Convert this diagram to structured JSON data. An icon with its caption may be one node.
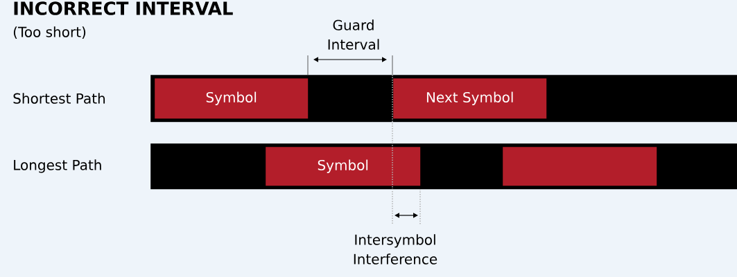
{
  "diagram": {
    "title": "INCORRECT INTERVAL",
    "nodes": [
      {
        "text": [],
        "shape": "bar",
        "beside": [
          "Shortest Path"
        ]
      },
      {
        "text": [
          "Symbol"
        ],
        "in": 0
      },
      {
        "text": [
          "Next Symbol"
        ],
        "in": 0
      },
      {
        "text": [],
        "shape": "bar",
        "beside": [
          "Longest Path"
        ]
      },
      {
        "text": [
          "Symbol"
        ],
        "in": 3
      },
      {
        "text": [],
        "shape": "box",
        "in": 3
      }
    ],
    "labels": [
      "(Too short)",
      "Guard Interval",
      "Intersymbol Interference"
    ]
  }
}
